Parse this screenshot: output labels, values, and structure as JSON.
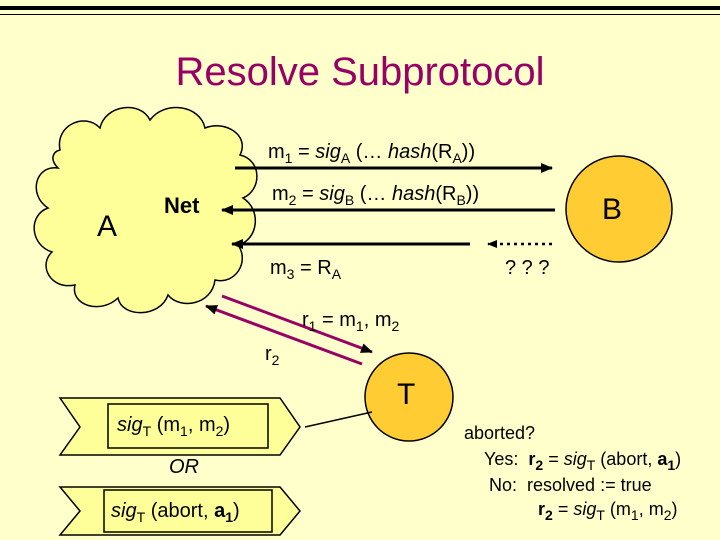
{
  "title": "Resolve Subprotocol",
  "colors": {
    "background": "#ffffcc",
    "title": "#990066",
    "cloud": "#ffff99",
    "node": "#ffcc33"
  },
  "parties": {
    "a": "A",
    "net": "Net",
    "b": "B",
    "t": "T"
  },
  "messages": {
    "m1": {
      "name": "m",
      "sub": "1",
      "eq": " = ",
      "sig": "sig",
      "sig_sub": "A",
      "body": " (… ",
      "hash": "hash",
      "arg": "(R",
      "arg_sub": "A",
      "close": "))"
    },
    "m2": {
      "name": "m",
      "sub": "2",
      "eq": " = ",
      "sig": "sig",
      "sig_sub": "B",
      "body": " (… ",
      "hash": "hash",
      "arg": "(R",
      "arg_sub": "B",
      "close": "))"
    },
    "m3": {
      "name": "m",
      "sub": "3",
      "eq": " = R",
      "eq_sub": "A"
    },
    "unknown": "? ? ?",
    "r1": {
      "name": "r",
      "sub": "1",
      "eq": " = m",
      "eq_sub": "1",
      "sep": ", m",
      "sep_sub": "2"
    },
    "r2": {
      "name": "r",
      "sub": "2"
    }
  },
  "banners": {
    "top": {
      "sig": "sig",
      "sig_sub": "T",
      "body": " (m",
      "m1_sub": "1",
      "sep": ", m",
      "m2_sub": "2",
      "close": ")"
    },
    "or": "OR",
    "bottom": {
      "sig": "sig",
      "sig_sub": "T",
      "body": " (abort, ",
      "a": "a",
      "a_sub": "1",
      "close": ")"
    }
  },
  "resolution": {
    "question": "aborted?",
    "yes_label": "Yes:",
    "yes_r": "r",
    "yes_r_sub": "2",
    "yes_eq": " = ",
    "yes_sig": "sig",
    "yes_sig_sub": "T",
    "yes_body": " (abort, ",
    "yes_a": "a",
    "yes_a_sub": "1",
    "yes_close": ")",
    "no_label": "No:",
    "no_text": "resolved := true",
    "no_r": "r",
    "no_r_sub": "2",
    "no_eq": " = ",
    "no_sig": "sig",
    "no_sig_sub": "T",
    "no_body": " (m",
    "no_m1_sub": "1",
    "no_sep": ", m",
    "no_m2_sub": "2",
    "no_close": ")"
  }
}
